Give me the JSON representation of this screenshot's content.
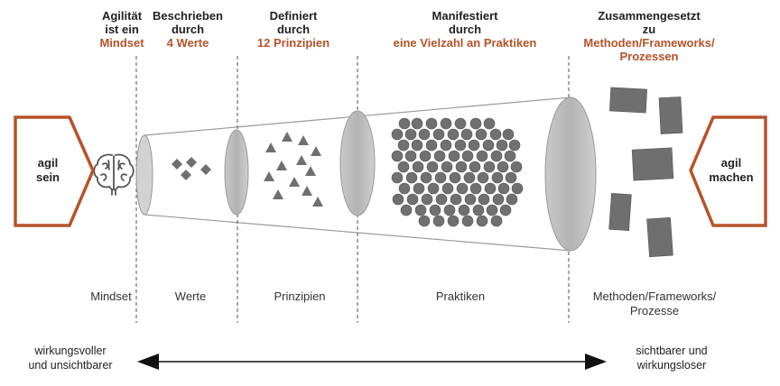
{
  "headers": [
    {
      "lines": [
        "Agilität",
        "ist ein"
      ],
      "accent": "Mindset"
    },
    {
      "lines": [
        "Beschrieben",
        "durch"
      ],
      "accent": "4 Werte"
    },
    {
      "lines": [
        "Definiert",
        "durch"
      ],
      "accent": "12 Prinzipien"
    },
    {
      "lines": [
        "Manifestiert",
        "durch"
      ],
      "accent": "eine Vielzahl an Praktiken"
    },
    {
      "lines": [
        "Zusammengesetzt",
        "zu"
      ],
      "accent": "Methoden/Frameworks/",
      "accent2": "Prozessen"
    }
  ],
  "section_labels": [
    "Mindset",
    "Werte",
    "Prinzipien",
    "Praktiken",
    "Methoden/Frameworks/",
    "Prozesse"
  ],
  "left_tag": [
    "agil",
    "sein"
  ],
  "right_tag": [
    "agil",
    "machen"
  ],
  "footer_left": [
    "wirkungsvoller",
    "und unsichtbarer"
  ],
  "footer_right": [
    "sichtbarer und",
    "wirkungsloser"
  ],
  "colors": {
    "accent": "#b5532a",
    "shape": "#6f6f6f",
    "arrow_border": "#b5532a"
  },
  "icons": {
    "mindset": "brain-icon",
    "values": "diamond-icons",
    "principles": "triangle-icons",
    "practices": "circle-icons",
    "methods": "rectangle-icons"
  }
}
